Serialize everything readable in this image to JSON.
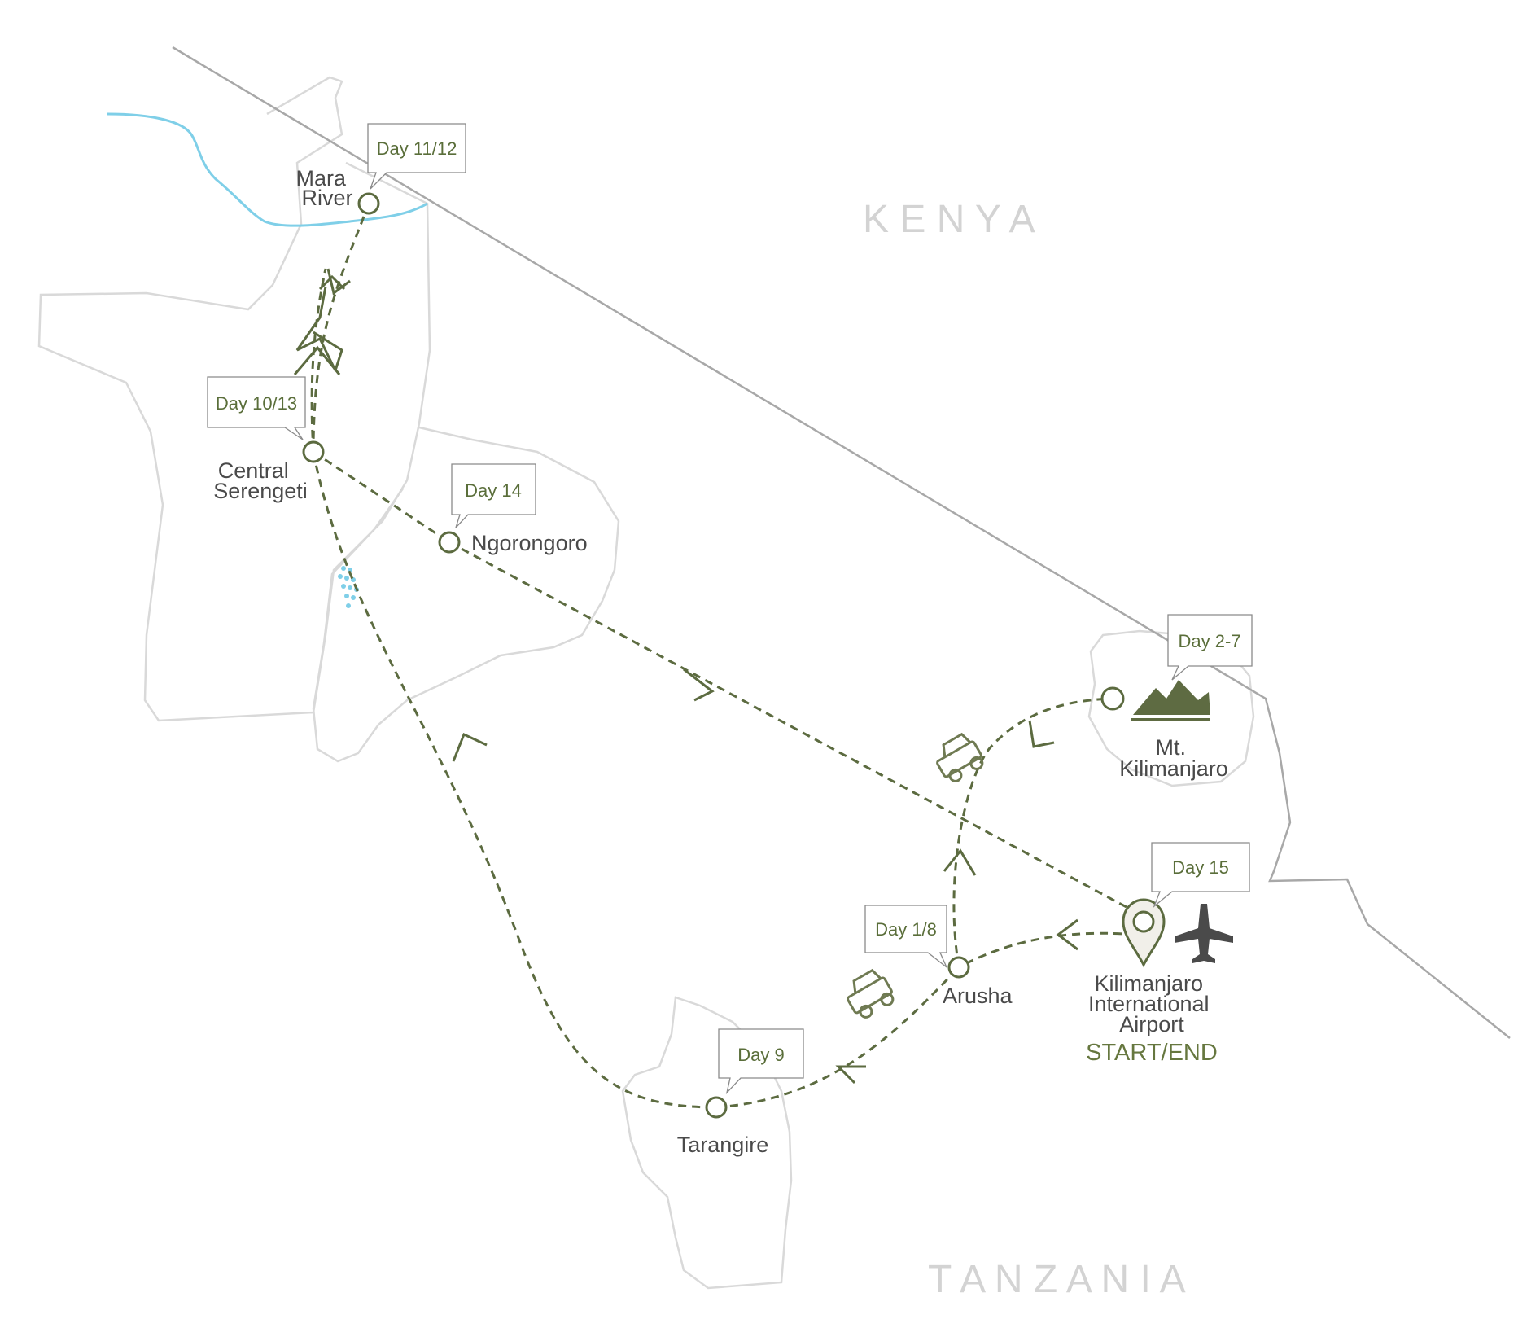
{
  "map": {
    "countries": {
      "kenya": "K E N Y A",
      "tanzania": "T A N Z A N I A"
    },
    "places": {
      "mara_river": [
        "Mara",
        "River"
      ],
      "central_serengeti": [
        "Central",
        "Serengeti"
      ],
      "ngorongoro": "Ngorongoro",
      "mt_kilimanjaro": [
        "Mt.",
        "Kilimanjaro"
      ],
      "arusha": "Arusha",
      "tarangire": "Tarangire",
      "airport": [
        "Kilimanjaro",
        "International",
        "Airport"
      ],
      "start_end": "START/END"
    },
    "days": {
      "mara_river": "Day 11/12",
      "central_serengeti": "Day 10/13",
      "ngorongoro": "Day 14",
      "mt_kilimanjaro": "Day 2-7",
      "airport": "Day 15",
      "arusha": "Day 1/8",
      "tarangire": "Day 9"
    },
    "icons": [
      "mountain-icon",
      "airplane-icon",
      "location-pin-icon",
      "safari-vehicle-icon",
      "waterfall-dots-icon"
    ],
    "colors": {
      "route": "#5c6b40",
      "river": "#7fcfe8",
      "border": "#a8a8a8",
      "region_outline": "#d9d9d9",
      "country_label": "#d3d3d3",
      "start_end": "#66773f"
    }
  }
}
